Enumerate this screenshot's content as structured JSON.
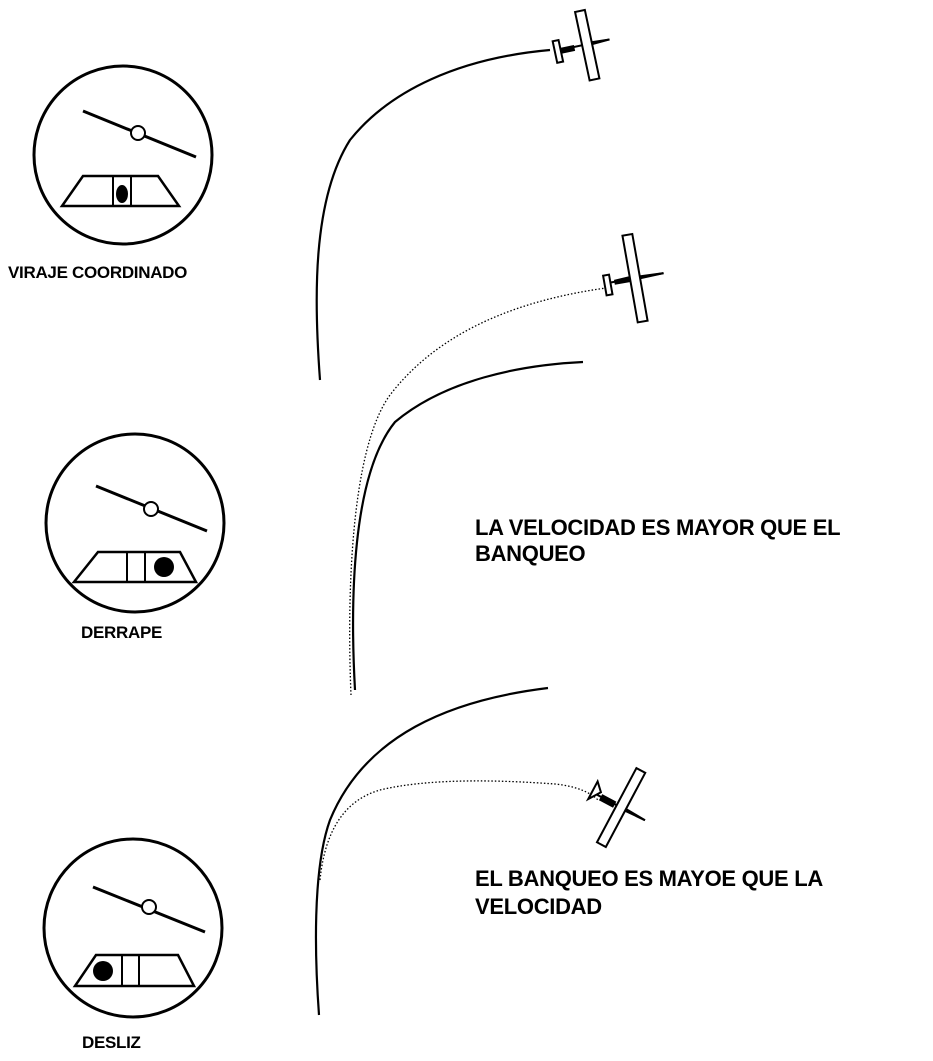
{
  "colors": {
    "ink": "#000000",
    "background": "#ffffff"
  },
  "panels": [
    {
      "id": "coordinated",
      "caption": "VIRAJE COORDINADO",
      "ball_position": "center",
      "icon": "turn-coordinator-icon"
    },
    {
      "id": "skid",
      "caption": "DERRAPE",
      "ball_position": "right",
      "icon": "turn-coordinator-icon"
    },
    {
      "id": "slip",
      "caption": "DESLIZ",
      "ball_position": "left",
      "icon": "turn-coordinator-icon"
    }
  ],
  "notes": {
    "skid": [
      "LA VELOCIDAD ES MAYOR QUE EL",
      "BANQUEO"
    ],
    "slip": [
      "EL BANQUEO ES MAYOE QUE LA",
      "VELOCIDAD"
    ]
  },
  "icons": [
    "airplane-icon",
    "turn-coordinator-icon",
    "flight-path-icon"
  ]
}
